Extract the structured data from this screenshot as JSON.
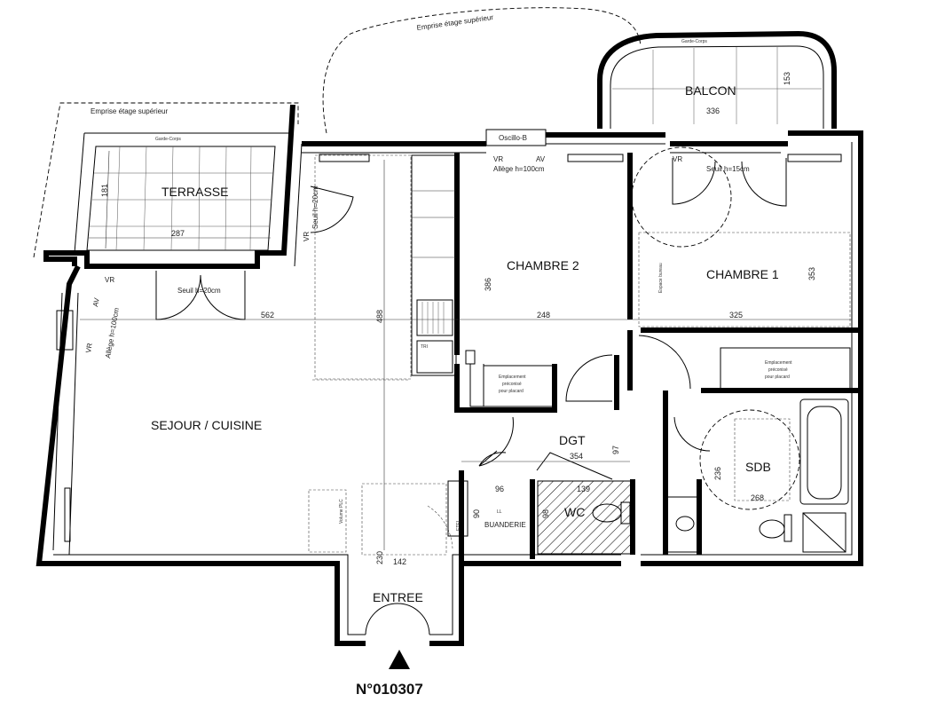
{
  "rooms": {
    "terrasse": "TERRASSE",
    "balcon": "BALCON",
    "chambre2": "CHAMBRE 2",
    "chambre1": "CHAMBRE 1",
    "sejour": "SEJOUR / CUISINE",
    "dgt": "DGT",
    "sdb": "SDB",
    "wc": "WC",
    "buanderie": "BUANDERIE",
    "entree": "ENTREE"
  },
  "annotations": {
    "emprise_top": "Emprise étage supérieur",
    "emprise_left": "Emprise étage supérieur",
    "garde_corps": "Garde-Corps",
    "oscillo": "Oscillo-B",
    "allege_top": "Allège h=100cm",
    "allege_left": "Allège h=100cm",
    "seuil_terrasse": "Seuil h=20cm",
    "seuil_side": "Seuil h=20cm",
    "seuil_balcon": "Seuil h=15cm",
    "vr": "VR",
    "av": "AV",
    "placard": [
      "Emplacement",
      "préconisé",
      "pour placard"
    ],
    "espace_bureau": "Espace bureau",
    "volume_plc": "Volume PLC",
    "etel": "ETEL",
    "ll": "LL",
    "tri": "TRI"
  },
  "dimensions": {
    "terrasse_w": "287",
    "terrasse_h": "181",
    "balcon_w": "336",
    "balcon_h": "153",
    "chambre2_w": "248",
    "chambre2_h": "386",
    "chambre1_w": "325",
    "chambre1_h": "353",
    "sejour_w": "562",
    "sejour_h": "488",
    "dgt_w": "354",
    "dgt_h": "97",
    "sdb_w": "268",
    "sdb_h": "236",
    "buanderie_w": "96",
    "buanderie_h": "90",
    "wc_w": "139",
    "wc_h": "98",
    "entree_w": "142",
    "entree_h": "230"
  },
  "lot_number": "N°010307"
}
